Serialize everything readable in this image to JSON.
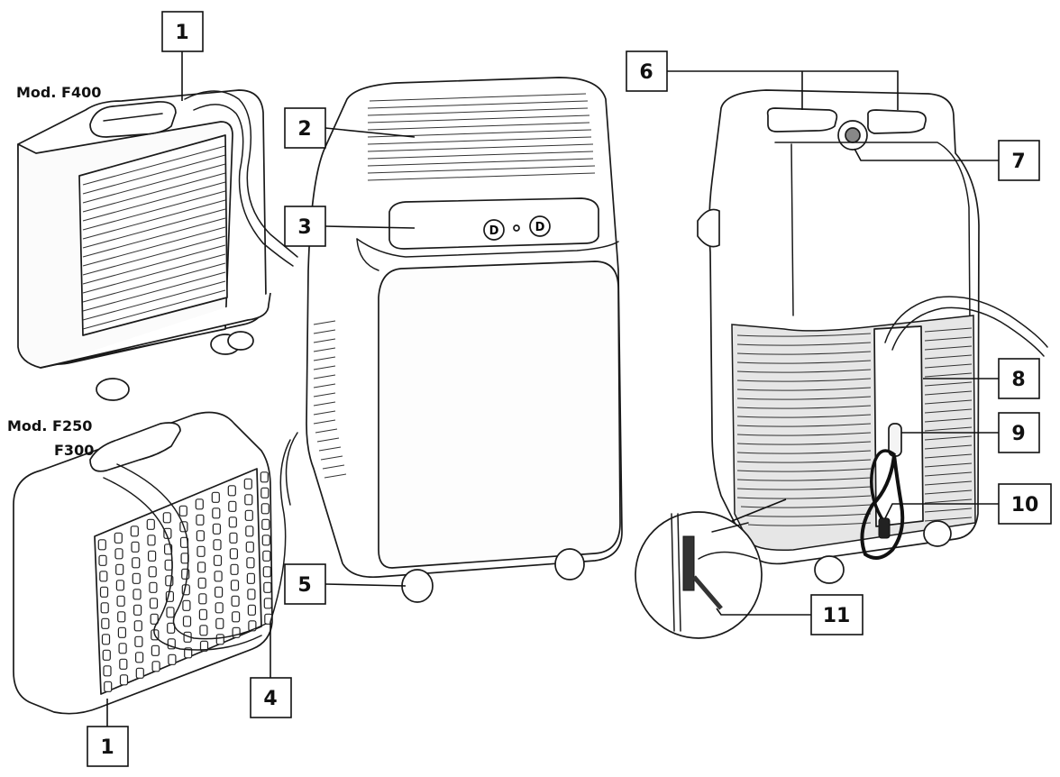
{
  "models": {
    "f400": "Mod. F400",
    "f250": "Mod. F250",
    "f300": "F300"
  },
  "callouts": {
    "c1_top": "1",
    "c1_bottom": "1",
    "c2": "2",
    "c3": "3",
    "c4": "4",
    "c5": "5",
    "c6": "6",
    "c7": "7",
    "c8": "8",
    "c9": "9",
    "c10": "10",
    "c11": "11"
  }
}
